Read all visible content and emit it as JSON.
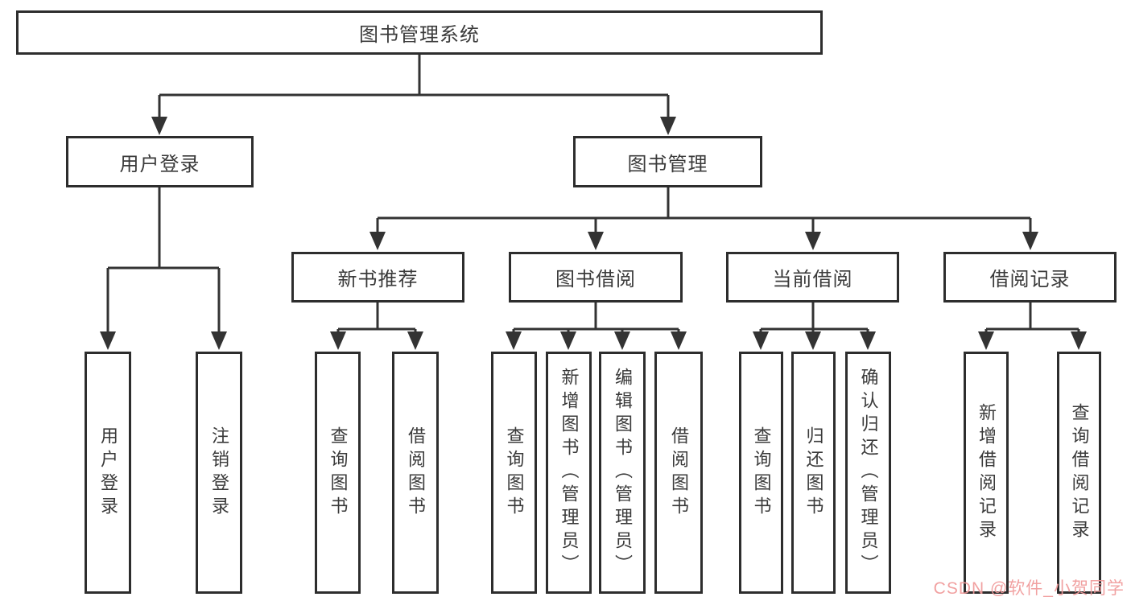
{
  "nodes": {
    "root": "图书管理系统",
    "user_login": "用户登录",
    "book_mgmt": "图书管理",
    "new_book_rec": "新书推荐",
    "book_borrow": "图书借阅",
    "current_borrow": "当前借阅",
    "borrow_record": "借阅记录",
    "ul_login": "用户登录",
    "ul_logout": "注销登录",
    "nb_query_book": "查询图书",
    "nb_borrow_book": "借阅图书",
    "bb_query_book": "查询图书",
    "bb_add_book": "新增图书（管理员）",
    "bb_edit_book": "编辑图书（管理员）",
    "bb_borrow_book": "借阅图书",
    "cb_query_book": "查询图书",
    "cb_return_book": "归还图书",
    "cb_confirm_return": "确认归还（管理员）",
    "br_add_record": "新增借阅记录",
    "br_query_record": "查询借阅记录"
  },
  "watermark": "CSDN @软件_小贺同学",
  "colors": {
    "line": "#333333",
    "box_border": "#2d2d2d",
    "text": "#3a3a3a",
    "watermark": "#f09999",
    "background": "#ffffff"
  }
}
